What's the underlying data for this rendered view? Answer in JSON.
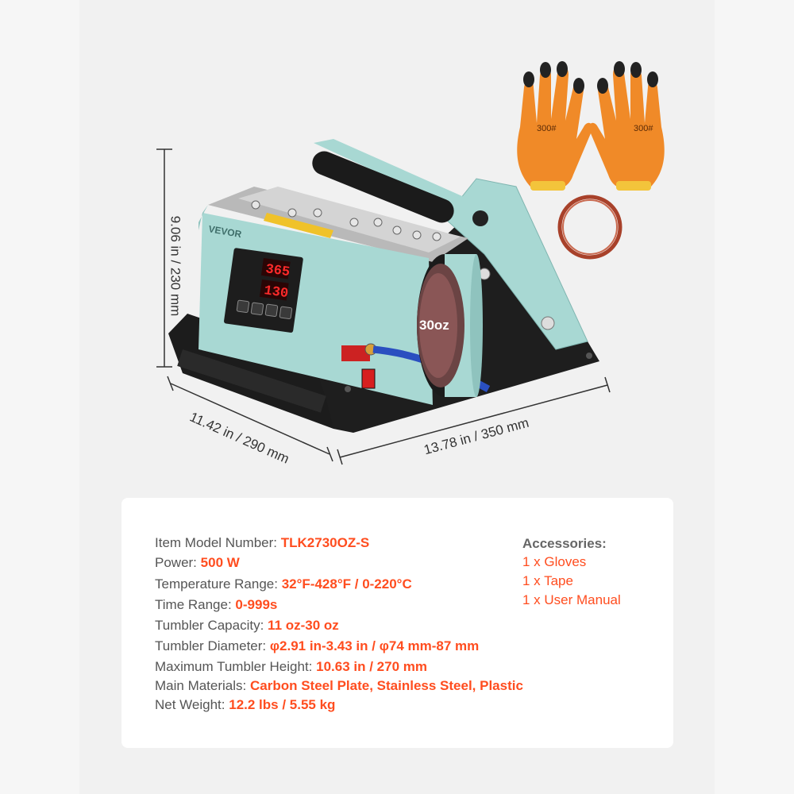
{
  "product": {
    "brand": "VEVOR",
    "capacity_label": "30oz",
    "display_top": "365",
    "display_bottom": "130",
    "glove_label": "300#"
  },
  "dimensions": {
    "height": "9.06 in / 230 mm",
    "depth": "11.42 in / 290 mm",
    "width": "13.78 in / 350 mm"
  },
  "specs": [
    {
      "label": "Item Model Number:",
      "value": "TLK2730OZ-S"
    },
    {
      "label": "Power:",
      "value": "500 W"
    },
    {
      "label": "Temperature Range:",
      "value": "32°F-428°F / 0-220°C"
    },
    {
      "label": "Time Range:",
      "value": "0-999s"
    },
    {
      "label": "Tumbler Capacity:",
      "value": "11 oz-30 oz"
    },
    {
      "label": "Tumbler Diameter:",
      "value": "φ2.91 in-3.43 in / φ74 mm-87 mm"
    },
    {
      "label": "Maximum Tumbler Height:",
      "value": "10.63 in / 270 mm"
    },
    {
      "label": "Main Materials:",
      "value": "Carbon Steel Plate, Stainless Steel, Plastic"
    },
    {
      "label": "Net Weight:",
      "value": "12.2 lbs / 5.55 kg"
    }
  ],
  "accessories": {
    "title": "Accessories:",
    "items": [
      "1 x Gloves",
      "1 x Tape",
      "1 x User Manual"
    ]
  },
  "colors": {
    "accent": "#ff4d1f",
    "machine_body": "#a8d8d3",
    "glove": "#f08a28"
  }
}
